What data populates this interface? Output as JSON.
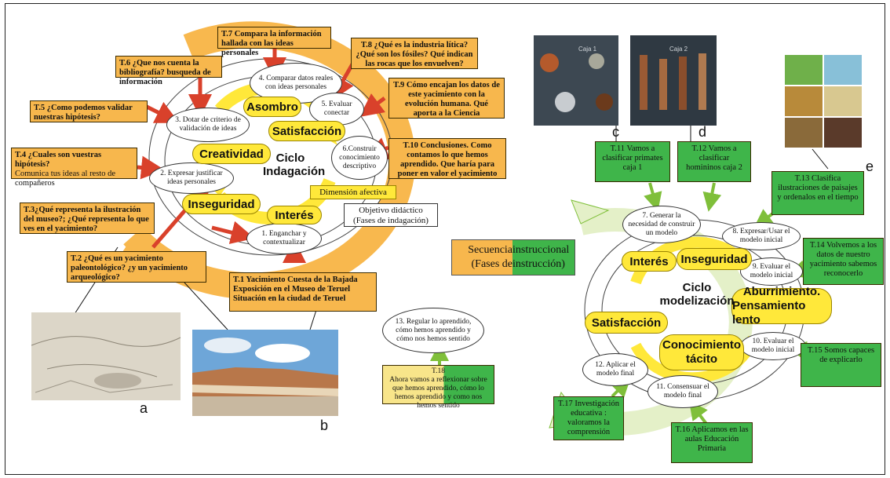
{
  "letters": {
    "a": "a",
    "b": "b",
    "c": "c",
    "d": "d",
    "e": "e"
  },
  "left_cycle": {
    "center_title_1": "Ciclo",
    "center_title_2": "Indagación",
    "emotions": {
      "asombro": "Asombro",
      "satisfaccion": "Satisfacción",
      "creatividad": "Creatividad",
      "inseguridad": "Inseguridad",
      "interes": "Interés"
    },
    "phases": {
      "p1": "1. Enganchar y contextualizar",
      "p2": "2. Expresar justificar ideas personales",
      "p3": "3. Dotar de criterio de validación de ideas",
      "p4": "4. Comparar datos reales con ideas personales",
      "p5": "5. Evaluar conectar",
      "p6": "6.Construir conocimiento descriptivo"
    },
    "dimension_afectiva": "Dimensión afectiva",
    "objetivo_1": "Objetivo didáctico",
    "objetivo_2": "(Fases de indagación)",
    "tasks": {
      "t1": "T.1 Yacimiento Cuesta de la Bajada Exposición en el Museo de Teruel Situación en la ciudad de Teruel",
      "t2": "T.2 ¿Qué es un yacimiento paleontológico? ¿y un yacimiento arqueológico?",
      "t3": "T.3¿Qué representa la ilustración del museo?; ¿Qué representa lo que ves en el yacimiento?",
      "t4a": "T.4 ¿Cuales son vuestras hipótesis?",
      "t4b": "Comunica tus ideas al resto de compañeros",
      "t5": "T.5 ¿Como podemos validar nuestras hipótesis?",
      "t6": "T.6 ¿Que nos cuenta la bibliografía? busqueda de información",
      "t7": "T.7 Compara la información hallada con las ideas personales",
      "t8": "T.8 ¿Qué es la industria lítica? ¿Qué son los fósiles? Qué indican las rocas que los envuelven?",
      "t9": "T.9 Cómo encajan los datos de este yacimiento con la evolución humana. Qué aporta a la Ciencia",
      "t10": "T.10 Conclusiones. Como contamos lo que hemos aprendido. Que haría para poner en valor el yacimiento"
    }
  },
  "middle": {
    "secuencia_a": "Secuencia ",
    "secuencia_b": "instruccional",
    "secuencia_c": "(Fases de ",
    "secuencia_d": "instrucción)",
    "p13": "13. Regular lo aprendido, cómo hemos aprendido y cómo nos hemos sentido",
    "t18_title": "T.18",
    "t18_body": "Ahora vamos a reflexionar sobre que hemos aprendido, cómo lo hemos aprendido y como nos hemos sentido"
  },
  "right_cycle": {
    "center_title_1": "Ciclo",
    "center_title_2": "modelización",
    "emotions": {
      "interes": "Interés",
      "inseguridad": "Inseguridad",
      "aburrimiento_1": "Aburrimiento.",
      "aburrimiento_2": "Pensamiento lento",
      "satisfaccion": "Satisfacción",
      "conocimiento_1": "Conocimiento",
      "conocimiento_2": "tácito"
    },
    "phases": {
      "p7": "7. Generar la necesidad de construir un modelo",
      "p8": "8. Expresar/Usar el modelo inicial",
      "p9": "9. Evaluar el modelo inicial",
      "p10": "10. Evaluar el modelo inicial",
      "p11": "11. Consensuar el modelo final",
      "p12": "12. Aplicar el modelo final"
    },
    "tasks": {
      "t11": "T.11 Vamos a clasificar primates caja 1",
      "t12": "T.12 Vamos a clasificar homininos caja 2",
      "t13": "T.13 Clasifica ilustraciones de paisajes y ordenalos en el tiempo",
      "t14": "T.14 Volvemos a los datos de nuestro yacimiento sabemos reconocerlo",
      "t15": "T.15 Somos capaces de explicarlo",
      "t16": "T.16 Aplicamos en las aulas Educación Primaria",
      "t17": "T.17 Investigación educativa : valoramos la comprensión"
    }
  },
  "photo_labels": {
    "caja1": "Caja 1",
    "caja2": "Caja 2"
  },
  "colors": {
    "orange": "#f7b74d",
    "green": "#3fb54a",
    "yellow": "#ffe83a",
    "ring_orange": "#f8b84e",
    "ring_green": "#e4f0c8",
    "arrow_red": "#d9412b"
  }
}
